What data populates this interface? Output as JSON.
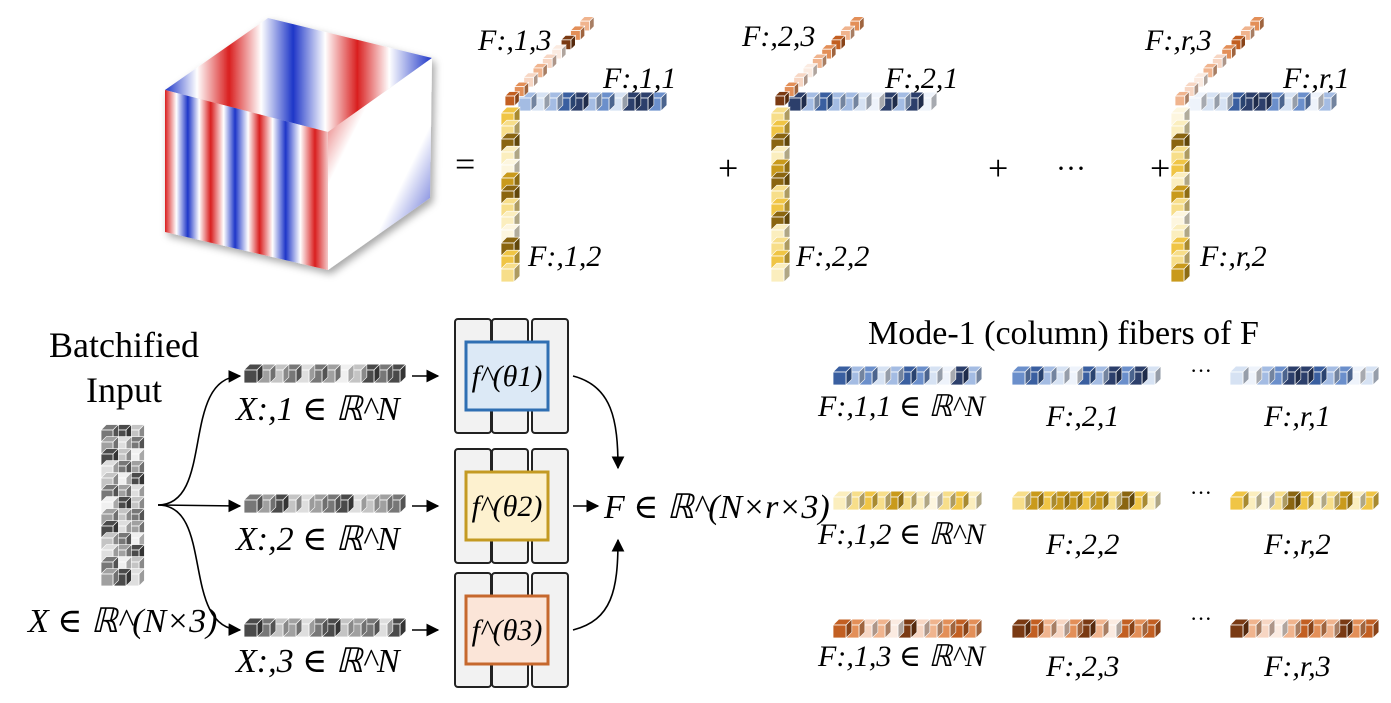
{
  "colors": {
    "blue": [
      "#2c3f6b",
      "#3a5fa0",
      "#6b8fcb",
      "#a4bce3",
      "#d6e2f3",
      "#eef3fb"
    ],
    "yellow": [
      "#8a6510",
      "#c99a1c",
      "#f0c545",
      "#f7de8a",
      "#fbeebe",
      "#fdf6df"
    ],
    "orange": [
      "#7a3a13",
      "#c25f22",
      "#e38f58",
      "#f0b48e",
      "#f7d6c3",
      "#fbebe1"
    ],
    "gray": [
      "#4a4a4a",
      "#777777",
      "#a0a0a0",
      "#c4c4c4",
      "#dedede",
      "#f0f0f0"
    ],
    "net_fill": [
      "#dce9f6",
      "#fdf1cf",
      "#fbe5d8"
    ],
    "net_border": [
      "#2f6fb3",
      "#c49a22",
      "#c6682d"
    ],
    "cube_red": "#d91f1f",
    "cube_blue": "#1e36c8"
  },
  "decomposition": {
    "equals": "=",
    "plus": "+",
    "ellipsis": "···",
    "components": [
      {
        "mode1": "F:,1,1",
        "mode2": "F:,1,2",
        "mode3": "F:,1,3"
      },
      {
        "mode1": "F:,2,1",
        "mode2": "F:,2,2",
        "mode3": "F:,2,3"
      },
      {
        "mode1": "F:,r,1",
        "mode2": "F:,r,2",
        "mode3": "F:,r,3"
      }
    ]
  },
  "pipeline": {
    "input_title_line1": "Batchified",
    "input_title_line2": "Input",
    "input_label": "X ∈ ℝ^(N×3)",
    "columns": [
      "X:,1 ∈ ℝ^N",
      "X:,2 ∈ ℝ^N",
      "X:,3 ∈ ℝ^N"
    ],
    "networks": [
      "f^(θ1)",
      "f^(θ2)",
      "f^(θ3)"
    ],
    "output_label": "F ∈ ℝ^(N×r×3)"
  },
  "fibers": {
    "title": "Mode-1 (column) fibers of F",
    "ellipsis": "···",
    "rows": [
      [
        "F:,1,1 ∈ ℝ^N",
        "F:,2,1",
        "F:,r,1"
      ],
      [
        "F:,1,2 ∈ ℝ^N",
        "F:,2,2",
        "F:,r,2"
      ],
      [
        "F:,1,3 ∈ ℝ^N",
        "F:,2,3",
        "F:,r,3"
      ]
    ]
  }
}
